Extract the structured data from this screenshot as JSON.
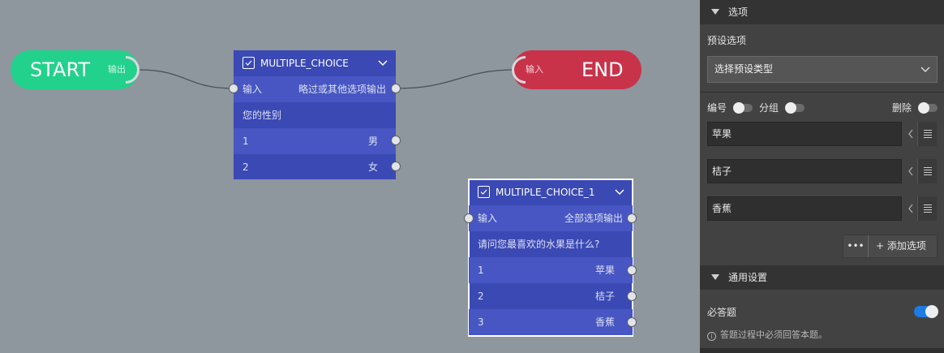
{
  "canvas": {
    "start_node": {
      "label": "START",
      "output_label": "输出",
      "color": "#22d18b"
    },
    "end_node": {
      "label": "END",
      "input_label": "输入",
      "color": "#c8334a"
    },
    "nodes": [
      {
        "title": "MULTIPLE_CHOICE",
        "input_label": "输入",
        "output_label": "略过或其他选项输出",
        "question": "您的性别",
        "options": [
          {
            "number": "1",
            "label": "男"
          },
          {
            "number": "2",
            "label": "女"
          }
        ],
        "color": "#3b49b5"
      },
      {
        "title": "MULTIPLE_CHOICE_1",
        "input_label": "输入",
        "output_label": "全部选项输出",
        "question": "请问您最喜欢的水果是什么?",
        "options": [
          {
            "number": "1",
            "label": "苹果"
          },
          {
            "number": "2",
            "label": "桔子"
          },
          {
            "number": "3",
            "label": "香蕉"
          }
        ],
        "selected": true,
        "color": "#3b49b5"
      }
    ]
  },
  "panel": {
    "options_section_title": "选项",
    "preset_label": "预设选项",
    "preset_select_value": "选择预设类型",
    "numbering_label": "编号",
    "numbering_on": false,
    "grouping_label": "分组",
    "grouping_on": false,
    "delete_label": "删除",
    "delete_on": false,
    "options": [
      "苹果",
      "桔子",
      "香蕉"
    ],
    "more_label": "•••",
    "add_option_label": "+ 添加选项",
    "general_section_title": "通用设置",
    "required_label": "必答题",
    "required_on": true,
    "required_hint": "答题过程中必须回答本题。",
    "toggle_on_color": "#1e7be6"
  }
}
